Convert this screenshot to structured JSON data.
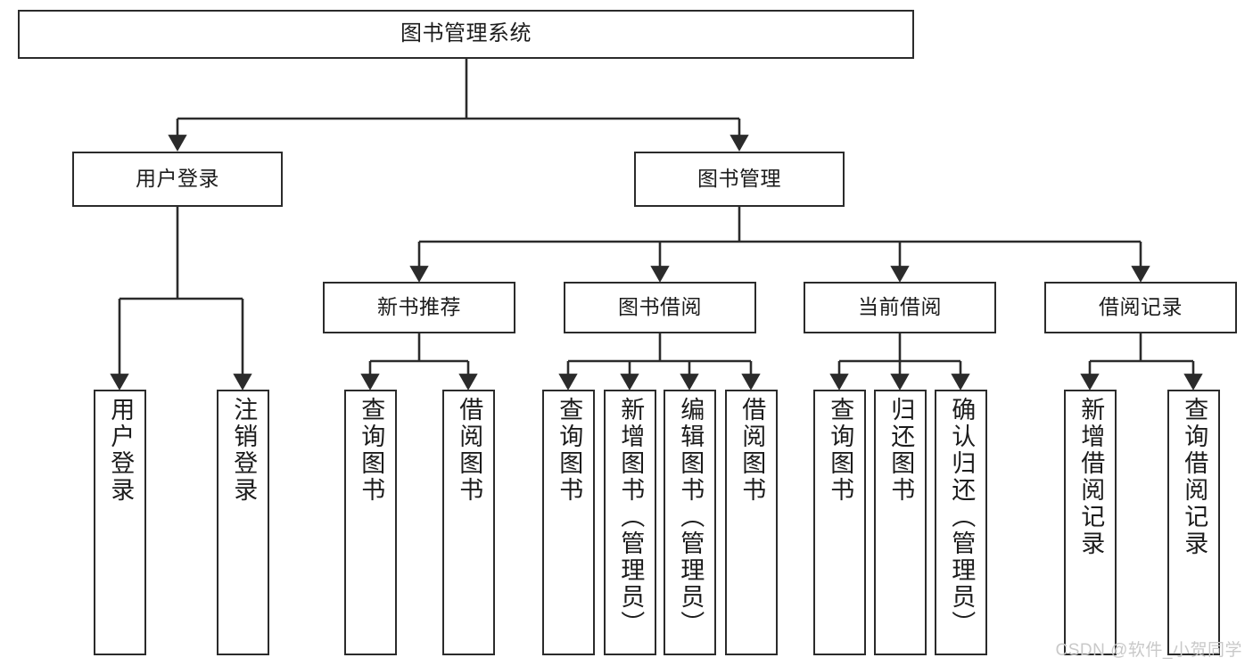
{
  "diagram": {
    "title": "图书管理系统",
    "watermark": "CSDN @软件_小贺同学",
    "stroke_color": "#2b2b2b",
    "background_color": "#ffffff",
    "text_color": "#1c1c1c",
    "watermark_color": "#c9c9c9",
    "root": {
      "label": "图书管理系统"
    },
    "level1": [
      {
        "label": "用户登录"
      },
      {
        "label": "图书管理"
      }
    ],
    "level2": [
      {
        "label": "新书推荐"
      },
      {
        "label": "图书借阅"
      },
      {
        "label": "当前借阅"
      },
      {
        "label": "借阅记录"
      }
    ],
    "leaves": {
      "user_login": [
        {
          "label": "用户登录"
        },
        {
          "label": "注销登录"
        }
      ],
      "new_book": [
        {
          "label": "查询图书"
        },
        {
          "label": "借阅图书"
        }
      ],
      "book_borrow": [
        {
          "label": "查询图书"
        },
        {
          "label": "新增图书（管理员）"
        },
        {
          "label": "编辑图书（管理员）"
        },
        {
          "label": "借阅图书"
        }
      ],
      "current_borrow": [
        {
          "label": "查询图书"
        },
        {
          "label": "归还图书"
        },
        {
          "label": "确认归还（管理员）"
        }
      ],
      "borrow_record": [
        {
          "label": "新增借阅记录"
        },
        {
          "label": "查询借阅记录"
        }
      ]
    }
  }
}
